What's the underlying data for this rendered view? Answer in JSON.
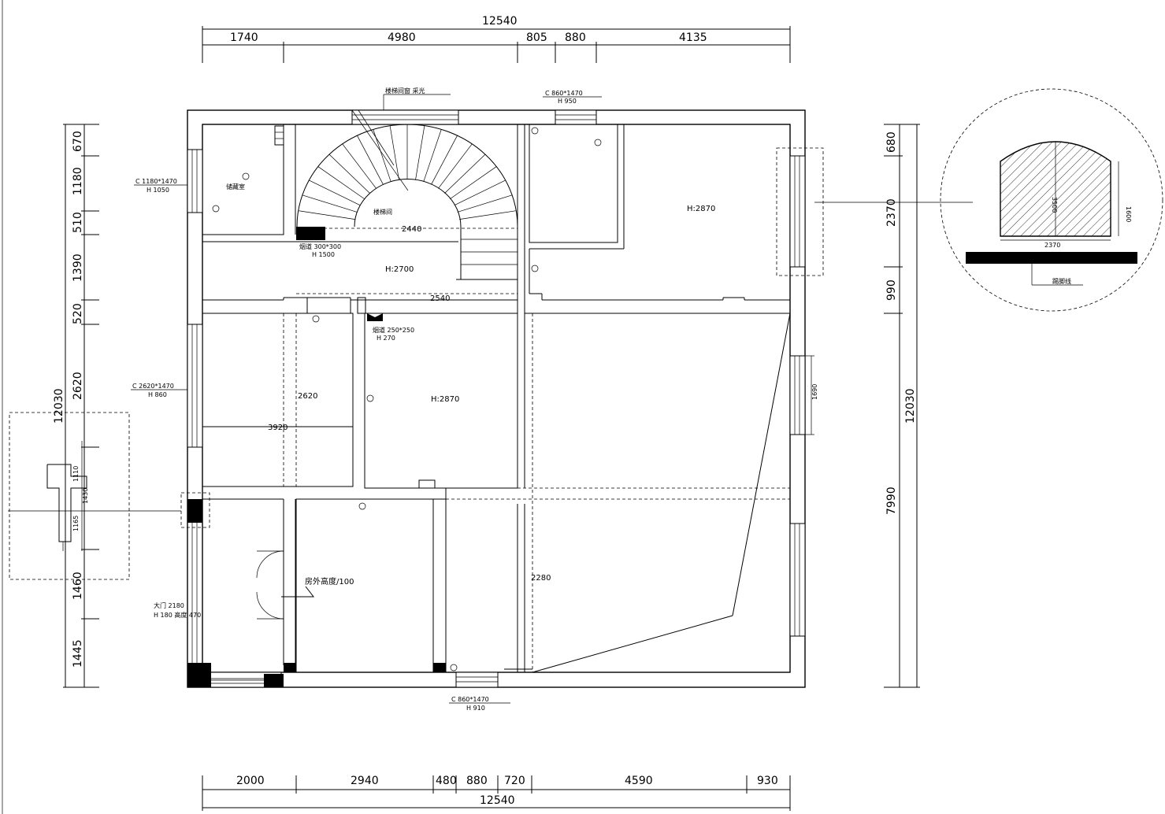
{
  "dimensions": {
    "top_total": "12540",
    "top_segments": [
      "1740",
      "4980",
      "805",
      "880",
      "4135"
    ],
    "bottom_total": "12540",
    "bottom_segments": [
      "2000",
      "2940",
      "480",
      "880",
      "720",
      "4590",
      "930"
    ],
    "left_total": "12030",
    "left_segments": [
      "670",
      "1180",
      "510",
      "1390",
      "520",
      "2620",
      "1460",
      "1445"
    ],
    "right_total": "12030",
    "right_segments": [
      "680",
      "2370",
      "990",
      "7990"
    ]
  },
  "heights": {
    "top_right_room": "H:2870",
    "corridor": "H:2700",
    "living_room": "H:2870"
  },
  "inner_dims": {
    "stair_width": "2440",
    "corridor_length": "2540",
    "bedroom_width": "2620",
    "bedroom_depth": "3920",
    "hall_length": "2280",
    "window_height": "1690"
  },
  "window_labels": {
    "left_upper": [
      "C 1180*1470",
      "H 1050"
    ],
    "left_middle": [
      "C 2620*1470",
      "H 860"
    ],
    "top_right": [
      "C 860*1470",
      "H 950"
    ],
    "bottom": [
      "C 860*1470",
      "H 910"
    ]
  },
  "detail": {
    "height_mark": "1600",
    "width_mark": "2370",
    "left_mark": "3500"
  },
  "left_detail_marks": [
    "1110",
    "1430",
    "1165"
  ]
}
